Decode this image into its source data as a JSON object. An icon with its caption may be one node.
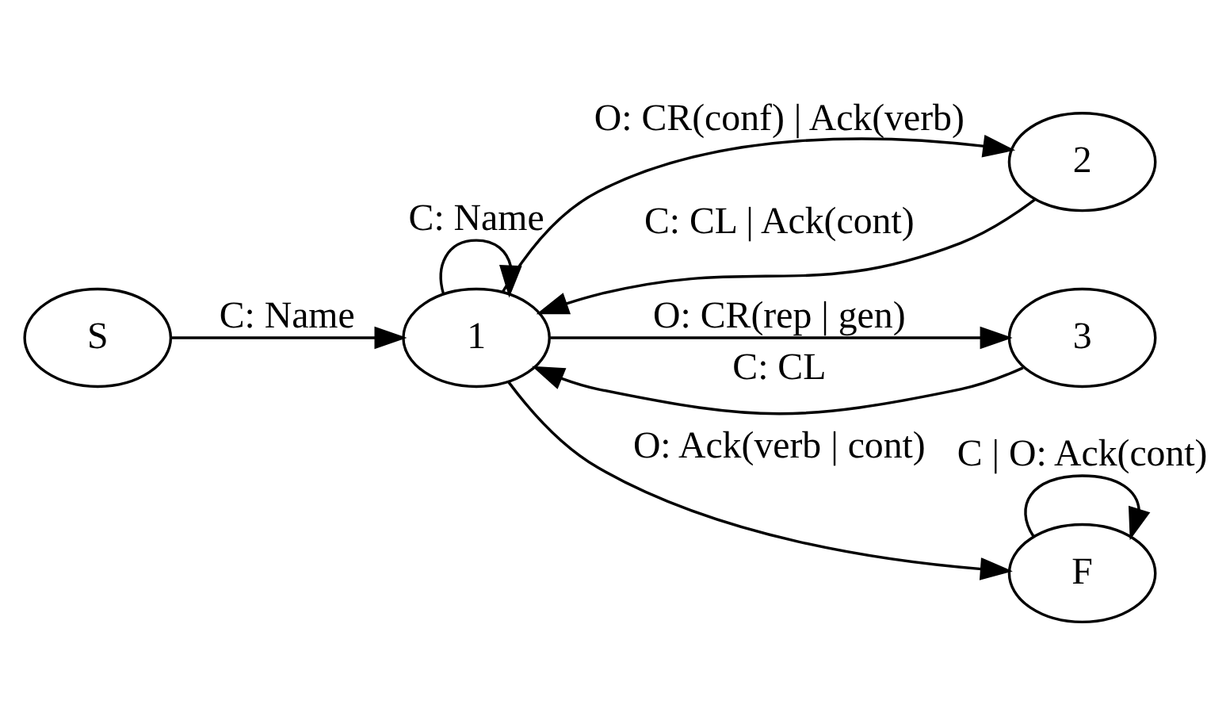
{
  "diagram": {
    "nodes": [
      {
        "text": [
          "S"
        ]
      },
      {
        "text": [
          "1"
        ]
      },
      {
        "text": [
          "2"
        ]
      },
      {
        "text": [
          "3"
        ]
      },
      {
        "text": [
          "F"
        ]
      }
    ],
    "edges": [
      {
        "from": 0,
        "to": 1,
        "arrow": "to",
        "label": "C: Name"
      },
      {
        "from": 1,
        "to": 1,
        "arrow": "to",
        "label": "C: Name"
      },
      {
        "from": 1,
        "to": 2,
        "arrow": "to",
        "label": "O: CR(conf) | Ack(verb)"
      },
      {
        "from": 2,
        "to": 1,
        "arrow": "to",
        "label": "C: CL | Ack(cont)"
      },
      {
        "from": 1,
        "to": 3,
        "arrow": "to",
        "label": "O: CR(rep | gen)"
      },
      {
        "from": 3,
        "to": 1,
        "arrow": "to",
        "label": "C: CL"
      },
      {
        "from": 1,
        "to": 4,
        "arrow": "to",
        "label": "O: Ack(verb | cont)"
      },
      {
        "from": 4,
        "to": 4,
        "arrow": "to",
        "label": "C | O: Ack(cont)"
      }
    ]
  }
}
